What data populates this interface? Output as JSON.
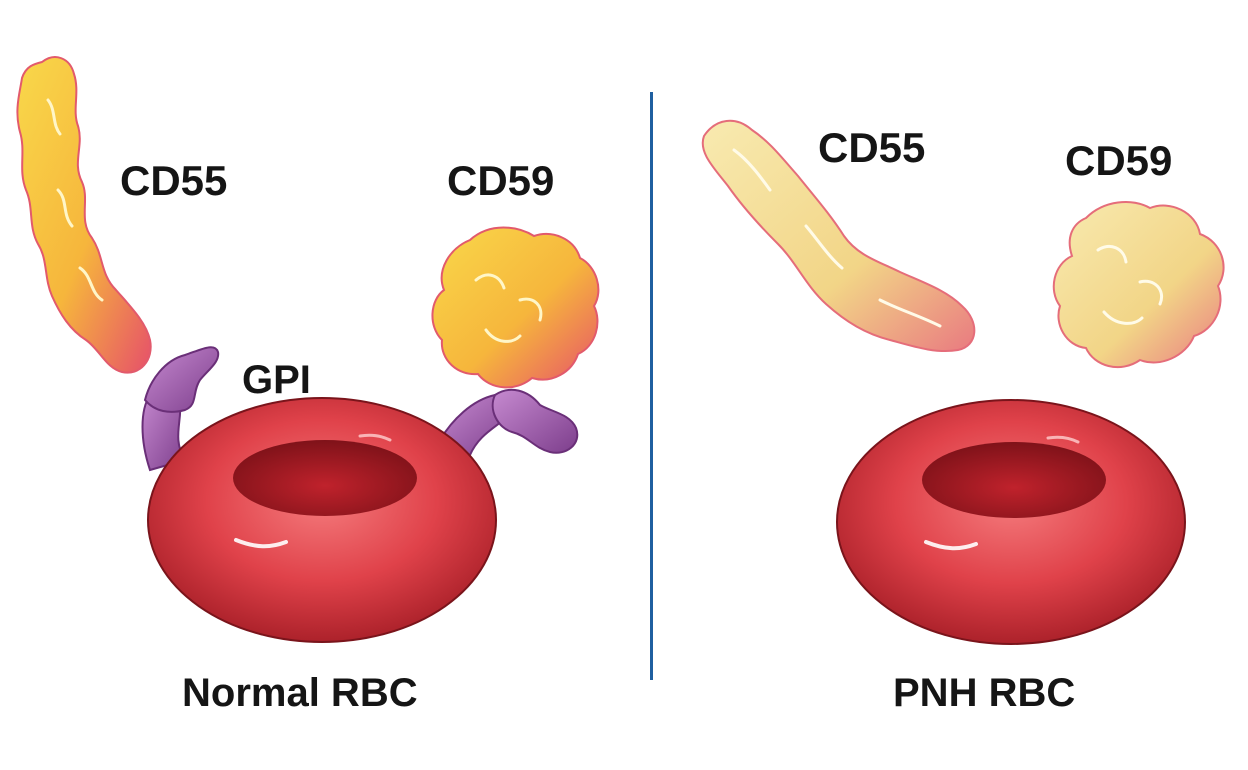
{
  "normal": {
    "cd55_label": "CD55",
    "cd59_label": "CD59",
    "gpi_label": "GPI",
    "cell_label": "Normal RBC"
  },
  "pnh": {
    "cd55_label": "CD55",
    "cd59_label": "CD59",
    "cell_label": "PNH RBC"
  },
  "colors": {
    "divider": "#1f5fa0",
    "rbc": "#d9333a",
    "rbc_dark": "#9e1a22",
    "protein_yellow": "#f7cf3e",
    "protein_pink": "#e8546a",
    "protein_pale": "#f5e4a0",
    "gpi_purple": "#a45bb0"
  }
}
